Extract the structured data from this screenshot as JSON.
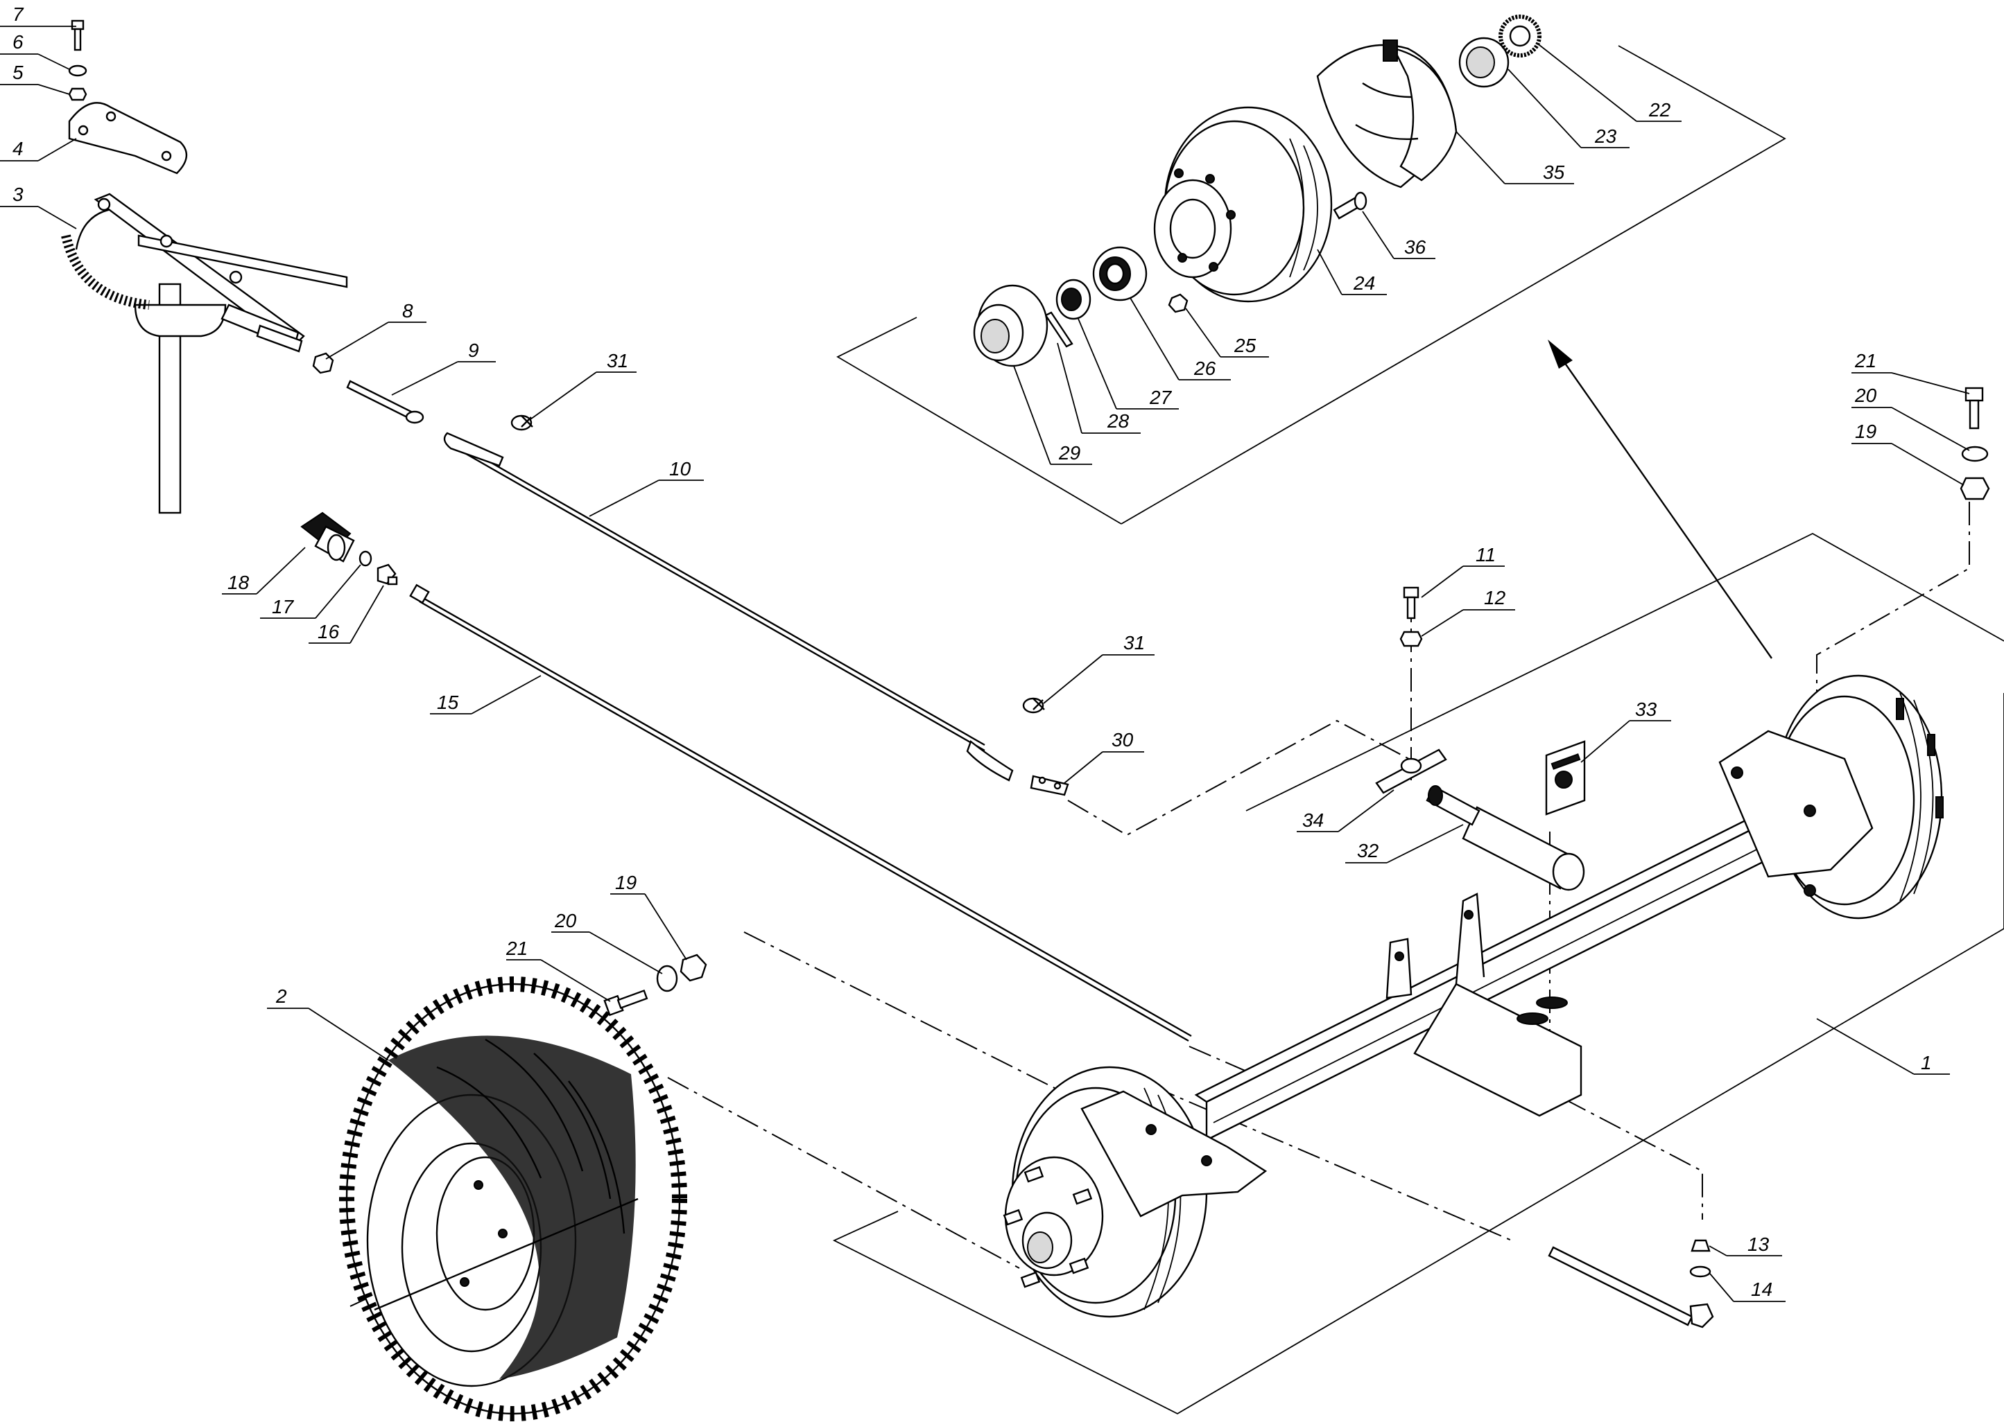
{
  "diagram": {
    "callouts": [
      {
        "id": "c1",
        "label": "1"
      },
      {
        "id": "c2",
        "label": "2"
      },
      {
        "id": "c3",
        "label": "3"
      },
      {
        "id": "c4",
        "label": "4"
      },
      {
        "id": "c5",
        "label": "5"
      },
      {
        "id": "c6",
        "label": "6"
      },
      {
        "id": "c7",
        "label": "7"
      },
      {
        "id": "c8",
        "label": "8"
      },
      {
        "id": "c9",
        "label": "9"
      },
      {
        "id": "c10",
        "label": "10"
      },
      {
        "id": "c11",
        "label": "11"
      },
      {
        "id": "c12",
        "label": "12"
      },
      {
        "id": "c13",
        "label": "13"
      },
      {
        "id": "c14",
        "label": "14"
      },
      {
        "id": "c15",
        "label": "15"
      },
      {
        "id": "c16",
        "label": "16"
      },
      {
        "id": "c17",
        "label": "17"
      },
      {
        "id": "c18",
        "label": "18"
      },
      {
        "id": "c19a",
        "label": "19"
      },
      {
        "id": "c19b",
        "label": "19"
      },
      {
        "id": "c20a",
        "label": "20"
      },
      {
        "id": "c20b",
        "label": "20"
      },
      {
        "id": "c21a",
        "label": "21"
      },
      {
        "id": "c21b",
        "label": "21"
      },
      {
        "id": "c22",
        "label": "22"
      },
      {
        "id": "c23",
        "label": "23"
      },
      {
        "id": "c24",
        "label": "24"
      },
      {
        "id": "c25",
        "label": "25"
      },
      {
        "id": "c26",
        "label": "26"
      },
      {
        "id": "c27",
        "label": "27"
      },
      {
        "id": "c28",
        "label": "28"
      },
      {
        "id": "c29",
        "label": "29"
      },
      {
        "id": "c30",
        "label": "30"
      },
      {
        "id": "c31a",
        "label": "31"
      },
      {
        "id": "c31b",
        "label": "31"
      },
      {
        "id": "c32",
        "label": "32"
      },
      {
        "id": "c33",
        "label": "33"
      },
      {
        "id": "c34",
        "label": "34"
      },
      {
        "id": "c35",
        "label": "35"
      },
      {
        "id": "c36",
        "label": "36"
      }
    ]
  }
}
